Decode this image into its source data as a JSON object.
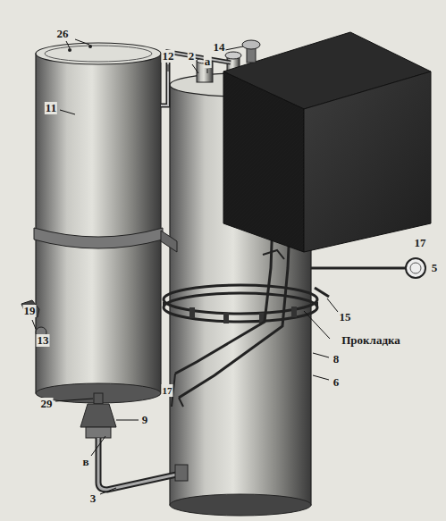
{
  "diagram": {
    "labels": [
      "26",
      "11",
      "12",
      "2",
      "a",
      "14",
      "19",
      "13",
      "29",
      "9",
      "в",
      "3",
      "5",
      "15",
      "Прокладка",
      "8",
      "6",
      "17",
      "17"
    ]
  }
}
